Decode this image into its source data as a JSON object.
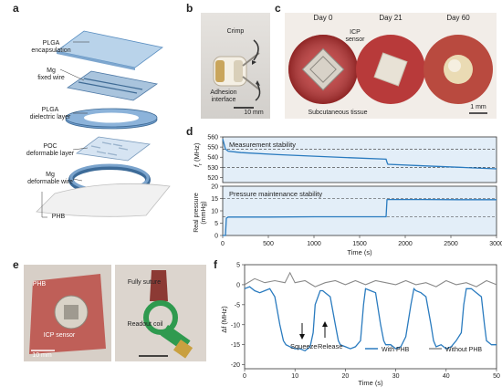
{
  "panels": {
    "a": "a",
    "b": "b",
    "c": "c",
    "d": "d",
    "e": "e",
    "f": "f"
  },
  "panel_a": {
    "layers": [
      {
        "name": "PLGA encapsulation",
        "line1": "PLGA",
        "line2": "encapsulation"
      },
      {
        "name": "Mg fixed wire",
        "line1": "Mg",
        "line2": "fixed wire"
      },
      {
        "name": "PLGA dielectric layer",
        "line1": "PLGA",
        "line2": "dielectric layer"
      },
      {
        "name": "POC deformable layer",
        "line1": "POC",
        "line2": "deformable layer"
      },
      {
        "name": "Mg deformable wire",
        "line1": "Mg",
        "line2": "deformable wire"
      },
      {
        "name": "PHB",
        "line1": "PHB",
        "line2": ""
      }
    ]
  },
  "panel_b": {
    "crimp": "Crimp",
    "adhesion1": "Adhesion",
    "adhesion2": "interface",
    "scale": "10 mm"
  },
  "panel_c": {
    "days": [
      "Day 0",
      "Day 21",
      "Day 60"
    ],
    "icp1": "ICP",
    "icp2": "sensor",
    "tissue": "Subcutaneous tissue",
    "scale": "1 mm"
  },
  "panel_e": {
    "phb": "PHB",
    "icp": "ICP sensor",
    "scale": "10 mm",
    "suture": "Fully suture",
    "coil": "Readout coil"
  },
  "chart_data": [
    {
      "type": "line",
      "panel": "d-top",
      "title": "Measurement stability",
      "ylabel": "f_r (MHz)",
      "ylabel_main": "f",
      "ylabel_sub": "r",
      "ylabel_unit": " (MHz)",
      "xlim": [
        0,
        3000
      ],
      "ylim": [
        515,
        560
      ],
      "yticks": [
        520,
        530,
        540,
        550,
        560
      ],
      "x": [
        0,
        30,
        60,
        200,
        600,
        1000,
        1400,
        1790,
        1800,
        1810,
        2200,
        2600,
        3000
      ],
      "series": [
        {
          "values": [
            558,
            548,
            546,
            544.5,
            542.5,
            541,
            539.5,
            538,
            535,
            533,
            531.5,
            530,
            528.5
          ]
        }
      ],
      "reference_lines": [
        548,
        530
      ]
    },
    {
      "type": "line",
      "panel": "d-bottom",
      "title": "Pressure maintenance stability",
      "ylabel": "Real pressure (mmHg)",
      "ylabel_line1": "Real pressure",
      "ylabel_line2": "(mmHg)",
      "xlabel": "Time (s)",
      "xlim": [
        0,
        3000
      ],
      "ylim": [
        0,
        20
      ],
      "xticks": [
        0,
        500,
        1000,
        1500,
        2000,
        2500,
        3000
      ],
      "yticks": [
        0,
        5,
        10,
        15,
        20
      ],
      "x": [
        0,
        30,
        40,
        60,
        500,
        1000,
        1500,
        1790,
        1800,
        1810,
        2200,
        2600,
        3000
      ],
      "series": [
        {
          "values": [
            0,
            0,
            7,
            7.5,
            7.5,
            7.6,
            7.6,
            7.6,
            14.5,
            14.6,
            14.6,
            14.5,
            14.5
          ]
        }
      ],
      "reference_lines": [
        15,
        7.5
      ]
    },
    {
      "type": "line",
      "panel": "f",
      "xlabel": "Time (s)",
      "ylabel": "Δf (MHz)",
      "xlim": [
        0,
        50
      ],
      "ylim": [
        -21,
        5
      ],
      "xticks": [
        0,
        10,
        20,
        30,
        40,
        50
      ],
      "yticks": [
        5,
        0,
        -5,
        -10,
        -15,
        -20
      ],
      "annotations": [
        "Squeeze",
        "Release"
      ],
      "series": [
        {
          "name": "With PHB",
          "color": "#2a7bbf",
          "x": [
            0,
            1,
            2,
            3,
            4,
            5,
            6,
            7,
            7.7,
            8.2,
            9,
            10,
            11,
            12,
            13,
            13.6,
            14,
            15,
            15.5,
            16,
            17,
            18,
            18.6,
            19,
            20,
            21,
            22,
            23,
            23.6,
            24,
            25,
            26,
            27,
            27.6,
            28,
            29,
            30,
            31,
            32,
            33,
            33.6,
            34,
            35,
            36,
            37,
            37.5,
            38,
            39,
            40,
            41,
            42,
            43,
            43.5,
            44,
            45,
            46,
            47,
            47.6,
            48,
            49,
            50
          ],
          "values": [
            -1,
            -0.5,
            -1.5,
            -2,
            -1.5,
            -1,
            -3,
            -10,
            -14,
            -15,
            -15.5,
            -16,
            -16,
            -16.5,
            -15.5,
            -12,
            -5,
            -1.5,
            -1.5,
            -2,
            -3,
            -10,
            -14,
            -15,
            -15.5,
            -16,
            -15.5,
            -14,
            -5,
            -1,
            -1.5,
            -2,
            -10,
            -14,
            -15,
            -15,
            -16,
            -15.5,
            -13,
            -5,
            -1,
            -1.5,
            -2,
            -3,
            -10,
            -14,
            -15.5,
            -15,
            -16,
            -15.5,
            -14,
            -12,
            -5,
            -1,
            -1,
            -2,
            -3,
            -10,
            -14,
            -15,
            -15
          ]
        },
        {
          "name": "Without PHB",
          "color": "#8a8a8a",
          "x": [
            0,
            2,
            4,
            6,
            8,
            9,
            10,
            12,
            14,
            16,
            18,
            20,
            22,
            24,
            26,
            28,
            30,
            32,
            34,
            36,
            38,
            40,
            42,
            44,
            46,
            48,
            50
          ],
          "values": [
            0,
            1.5,
            0.5,
            1,
            0.5,
            3,
            0.5,
            1,
            -0.5,
            0.5,
            1,
            0,
            1,
            0,
            1,
            0.5,
            0,
            1,
            0,
            0.5,
            -0.5,
            1,
            0,
            0.5,
            -0.5,
            1,
            0
          ]
        }
      ]
    }
  ]
}
